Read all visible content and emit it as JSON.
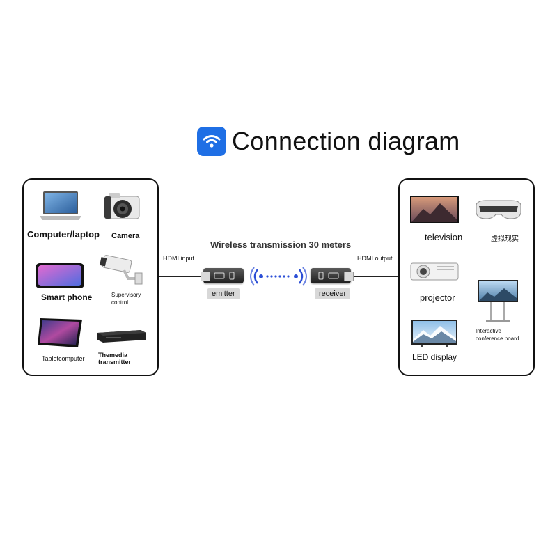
{
  "header": {
    "title": "Connection diagram",
    "icon": "wifi-icon",
    "icon_color": "#1f6fe5"
  },
  "left_panel": {
    "devices": [
      {
        "label": "Computer/laptop",
        "icon": "laptop-icon"
      },
      {
        "label": "Camera",
        "icon": "camera-icon"
      },
      {
        "label": "Smart phone",
        "icon": "smartphone-icon"
      },
      {
        "label": "Supervisory control",
        "label_lines": [
          "Supervisory",
          "control"
        ],
        "icon": "cctv-camera-icon"
      },
      {
        "label": "Tabletcomputer",
        "icon": "tablet-icon"
      },
      {
        "label": "Themedia transmitter",
        "label_lines": [
          "Themedia",
          "transmitter"
        ],
        "icon": "media-box-icon"
      }
    ]
  },
  "center": {
    "input_label": "HDMI input",
    "output_label": "HDMI output",
    "transmission_label": "Wireless transmission 30 meters",
    "emitter_label": "emitter",
    "receiver_label": "receiver"
  },
  "right_panel": {
    "devices": [
      {
        "label": "television",
        "icon": "television-icon"
      },
      {
        "label": "虚拟现实",
        "icon": "vr-headset-icon"
      },
      {
        "label": "projector",
        "icon": "projector-icon"
      },
      {
        "label": "Interactive conference board",
        "label_lines": [
          "Interactive",
          "conference board"
        ],
        "icon": "conference-board-icon"
      },
      {
        "label": "LED display",
        "icon": "led-display-icon"
      }
    ]
  }
}
